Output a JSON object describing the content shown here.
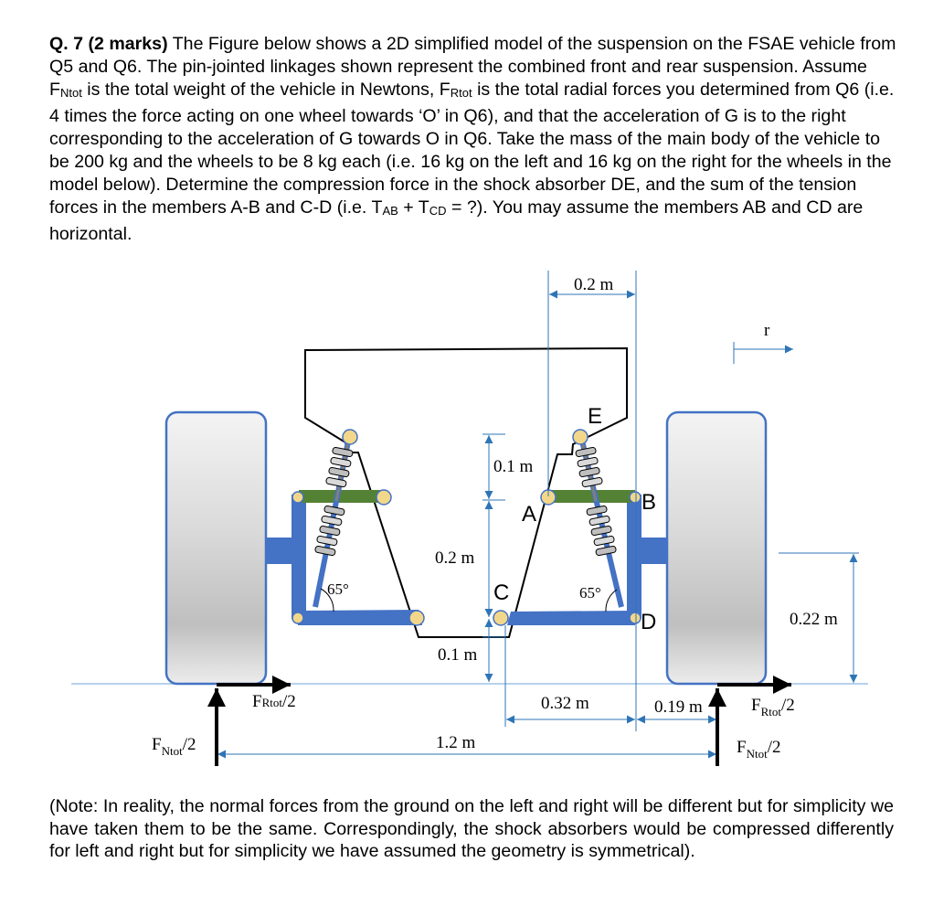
{
  "question": {
    "number": "Q. 7 (2 marks)",
    "t1": " The Figure below shows a 2D simplified model of the suspension on the FSAE vehicle from Q5 and Q6. The pin-jointed linkages shown represent the combined front and rear suspension. Assume F",
    "s1": "Ntot",
    "t2": " is the total weight of the vehicle in Newtons, F",
    "s2": "Rtot",
    "t3": " is the total radial forces you determined from Q6 (i.e. 4 times the force acting on one wheel towards ‘O’ in Q6), and that the acceleration of G is to the right corresponding to the acceleration of G towards O in Q6. Take the mass of the main body of the vehicle to be 200 kg and the wheels to be 8 kg each (i.e. 16 kg on the left and 16 kg on the right for the wheels in the model below). Determine the compression force in the shock absorber DE, and the sum of the tension forces in the members A-B and C-D (i.e. T",
    "s3": "AB",
    "t4": " + T",
    "s4": "CD",
    "t5": " = ?). You may assume the members AB and CD are horizontal."
  },
  "figure": {
    "dim_top": "0.2 m",
    "dim_r": "r",
    "label_E": "E",
    "label_B": "B",
    "label_A": "A",
    "label_C": "C",
    "label_D": "D",
    "dim_01_upper": "0.1 m",
    "dim_02_mid": "0.2 m",
    "dim_01_lower": "0.1 m",
    "angle_left": "65°",
    "angle_right": "65°",
    "dim_022": "0.22 m",
    "dim_032": "0.32 m",
    "dim_019": "0.19 m",
    "dim_12": "1.2 m",
    "f_main": "F",
    "f_rtot_sub": "Rtot",
    "f_ntot_sub": "Ntot",
    "half": "/2"
  },
  "note": "(Note: In reality, the normal forces from the ground on the left and right will be different but for simplicity we have taken them to be the same. Correspondingly, the shock absorbers would be compressed differently for left and right but for simplicity we have assumed the geometry is symmetrical).",
  "colors": {
    "arm_blue": "#4472c4",
    "link_green": "#548235",
    "dim_blue": "#2e75b6",
    "pin_fill": "#f2d78a",
    "ground": "#9dc3e6"
  }
}
